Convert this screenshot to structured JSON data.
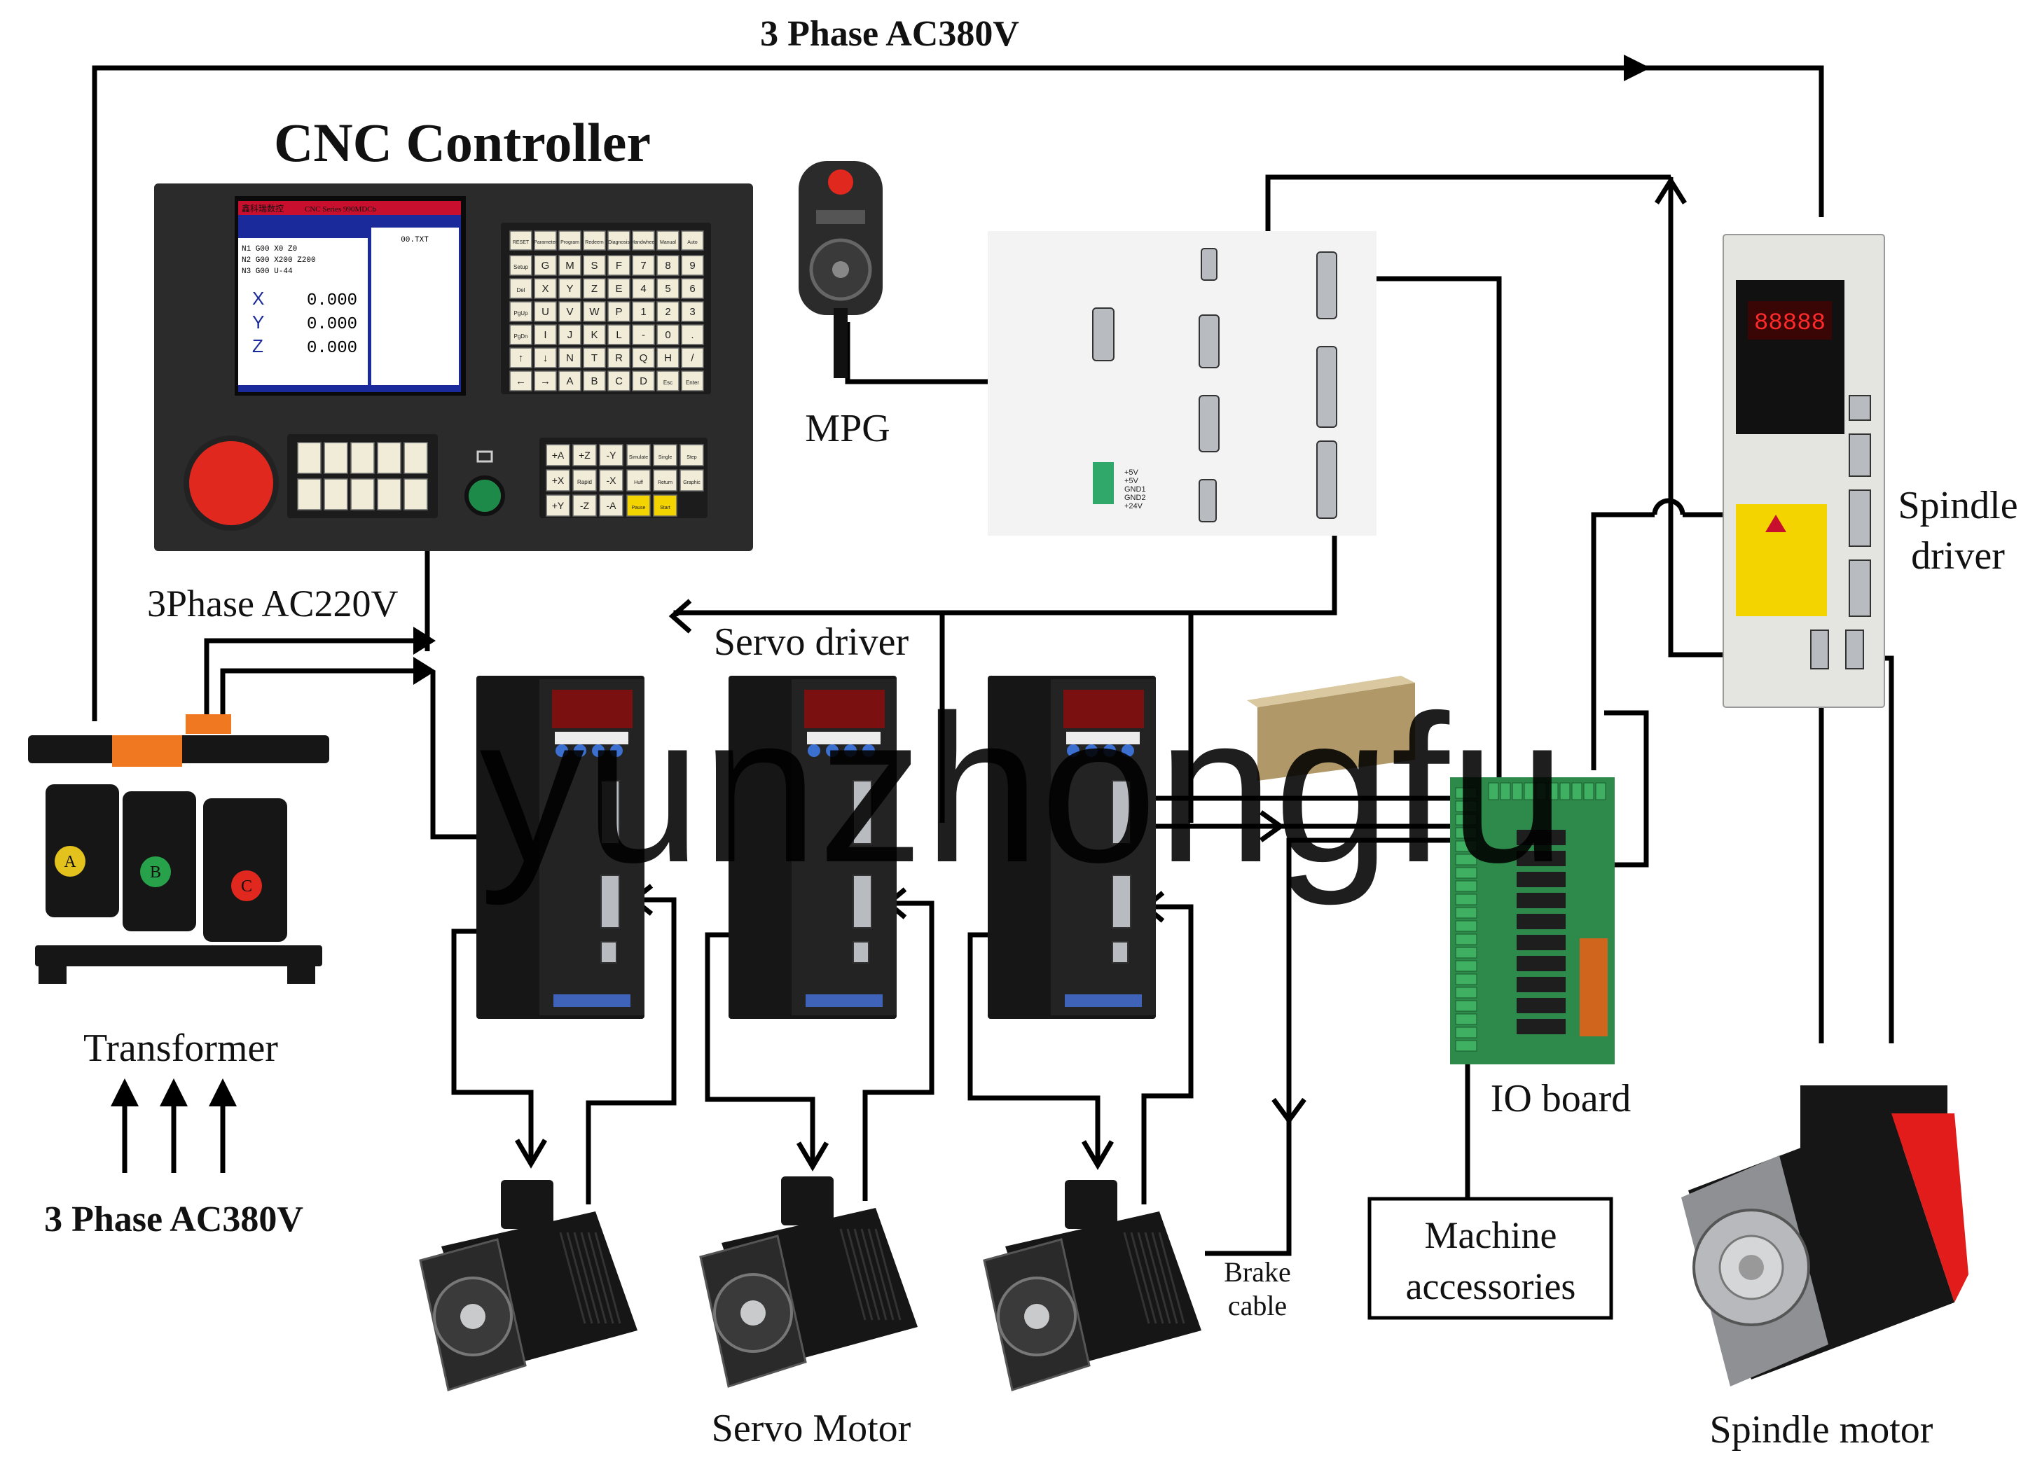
{
  "labels": {
    "ac380_top": "3 Phase AC380V",
    "cnc_controller": "CNC Controller",
    "mpg": "MPG",
    "spindle_driver_1": "Spindle",
    "spindle_driver_2": "driver",
    "ac220": "3Phase AC220V",
    "servo_driver": "Servo driver",
    "transformer": "Transformer",
    "ac380_bottom": "3 Phase AC380V",
    "io_board": "IO board",
    "machine_acc_1": "Machine",
    "machine_acc_2": "accessories",
    "brake_1": "Brake",
    "brake_2": "cable",
    "servo_motor": "Servo Motor",
    "spindle_motor": "Spindle motor",
    "watermark": "yunzhongfu"
  },
  "controller": {
    "brand": "鑫科瑞数控",
    "series": "CNC Series 990MDCb",
    "program": "00.TXT",
    "code_lines": [
      "N1 G00 X0 Z0",
      "N2 G00 X200 Z200",
      "N3 G00 U-44"
    ],
    "axes": [
      {
        "axis": "X",
        "value": "0.000"
      },
      {
        "axis": "Y",
        "value": "0.000"
      },
      {
        "axis": "Z",
        "value": "0.000"
      }
    ],
    "keys_top": [
      "RESET",
      "Parameter",
      "Program",
      "Redeem",
      "Diagnosis",
      "Handwheel",
      "Manual",
      "Auto"
    ],
    "keys_grid": [
      [
        "Setup",
        "G",
        "M",
        "S",
        "F",
        "7",
        "8",
        "9"
      ],
      [
        "Del",
        "X",
        "Y",
        "Z",
        "E",
        "4",
        "5",
        "6"
      ],
      [
        "PgUp",
        "U",
        "V",
        "W",
        "P",
        "1",
        "2",
        "3"
      ],
      [
        "PgDn",
        "I",
        "J",
        "K",
        "L",
        "-",
        "0",
        "."
      ],
      [
        "↑",
        "↓",
        "N",
        "T",
        "R",
        "Q",
        "H",
        "/"
      ],
      [
        "←",
        "→",
        "A",
        "B",
        "C",
        "D",
        "Esc",
        "Enter"
      ]
    ],
    "jog_keys": [
      "+A",
      "+Z",
      "-Y",
      "+X",
      "Rapid",
      "-X",
      "+Y",
      "-Z",
      "-A"
    ],
    "mode_keys": [
      "Simulate",
      "Single",
      "Step",
      "Huff",
      "Return",
      "Graphic",
      "Pause",
      "Start"
    ]
  },
  "io_board_pins": {
    "cn8": [
      "+5V",
      "+5V",
      "GND1",
      "GND2",
      "+24V"
    ]
  },
  "colors": {
    "wire": "#000000",
    "estop_red": "#e0281e",
    "start_green": "#1e8a4a",
    "screen_blue": "#1a2a9a",
    "transformer_terminal": "#f07820",
    "spindle_accent": "#e21b1b"
  }
}
